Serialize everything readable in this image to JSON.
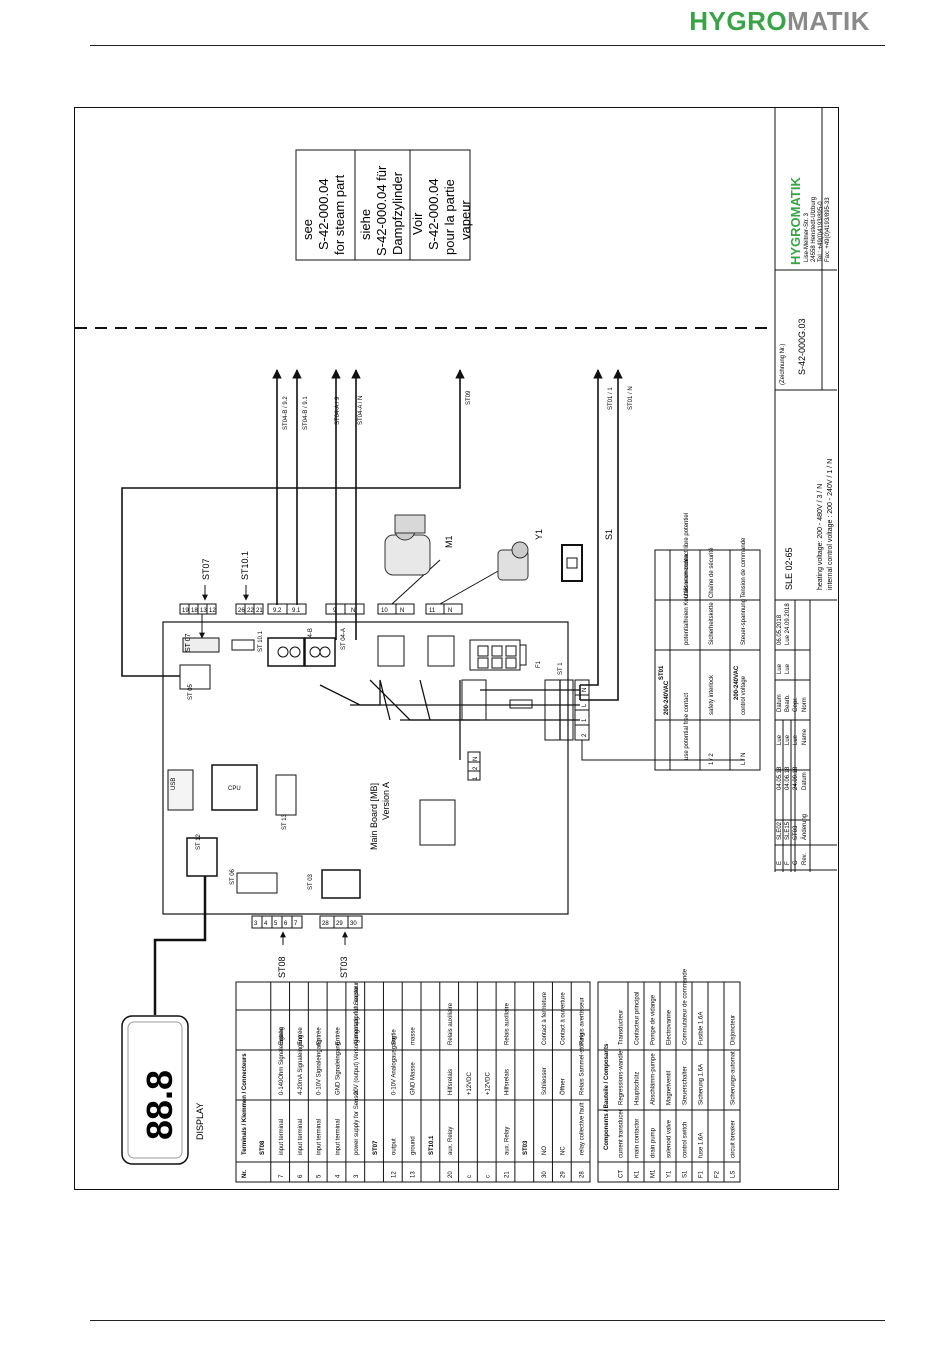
{
  "header": {
    "logo_part1": "HYGRO",
    "logo_part2": "MATIK"
  },
  "note": {
    "lines_en": [
      "see",
      "S-42-000.04",
      "for steam part"
    ],
    "lines_de": [
      "siehe",
      "S-42-000.04 für",
      "Dampfzylinder"
    ],
    "lines_fr": [
      "Voir",
      "S-42-000.04",
      "pour la partie",
      "vapeur"
    ]
  },
  "title_block": {
    "company": "HYGROMATIK",
    "address": [
      "Lise-Meitner-Str. 3",
      "24558 Henstedt-Ulzburg",
      "Tel.: +49(0)4193/895-0",
      "Fax: +49(0)4193/895-33"
    ],
    "drawing_label": "(Zeichnung Nr.)",
    "drawing_no": "S-42-000G.03",
    "model": "SLE 02-65",
    "heating_voltage": "heating voltage: 200 - 480V / 3 / N",
    "control_voltage": "internal control voltage : 200 - 240V / 1 / N",
    "revisions": [
      {
        "rev": "E",
        "change": "SLE02",
        "date": "04.05.18",
        "name": "Lue"
      },
      {
        "rev": "F",
        "change": "SLE15",
        "date": "04.06.18",
        "name": "Lue"
      },
      {
        "rev": "G",
        "change": "ST03",
        "date": "24.09.18",
        "name": "Lue"
      }
    ],
    "rev_headers": [
      "Rev.",
      "Änderung",
      "Datum",
      "Name"
    ],
    "meta_rows": [
      "Datum",
      "Bearb.",
      "Gepr.",
      "Norm"
    ],
    "meta_name": [
      "Lue",
      "Lue",
      ""
    ],
    "meta_date": [
      "06.05.2018",
      "Lue 24.09.2018"
    ]
  },
  "wires": {
    "st04b_92": "ST04-B / 9.2",
    "st04b_91": "ST04-B / 9.1",
    "st04a_9": "ST04-A / 9",
    "st04a_n": "ST04-A / N",
    "st09": "ST09",
    "st01_1": "ST01 / 1",
    "st01_n": "ST01 / N"
  },
  "labels": {
    "st07": "ST07",
    "st10_1": "ST10.1",
    "m1": "M1",
    "y1": "Y1",
    "s1": "S1",
    "main_board": "Main Board [MB]",
    "version": "Version A",
    "st08": "ST08",
    "st03": "ST03",
    "display": "DISPLAY",
    "cpu": "CPU",
    "usb": "USB",
    "st12": "ST 12",
    "st13": "ST 13",
    "st05": "ST 05",
    "st07s": "ST 07",
    "st101": "ST 10.1",
    "st04b": "ST 04-B",
    "st04a": "ST 04-A",
    "st01": "ST 1",
    "st15": "ST 15",
    "st03s": "ST 03",
    "st06": "ST 06",
    "f1": "F1",
    "k1": "K1",
    "st07_pins": [
      "19",
      "18",
      "13",
      "12"
    ],
    "st10_pins": [
      "26",
      "22",
      "21"
    ],
    "st04b_pins": [
      "9.2",
      "9.1"
    ],
    "st04a_pins": [
      "9",
      "N"
    ],
    "m1_pins": [
      "10",
      "N"
    ],
    "y1_pins": [
      "11",
      "N"
    ],
    "st01_pins": [
      "2",
      "1",
      "L",
      "N"
    ],
    "st15_pins": [
      "1",
      "2",
      "N"
    ],
    "st08_pins": [
      "3",
      "4",
      "5",
      "6",
      "7"
    ],
    "st03_pins": [
      "28",
      "29",
      "30"
    ],
    "display_digits": "88.8"
  },
  "st01_table": {
    "title": "ST01",
    "voltage": "200-240VAC",
    "voltage2": "200-240VAC",
    "rows": [
      {
        "nr": "",
        "en": "use potential free contact",
        "de": "potentialfreien Kontakt verwenden",
        "fr": "Utiliser un contact libre potentiel"
      },
      {
        "nr": "1 / 2",
        "en": "safety interlock",
        "de": "Sicherheitskette",
        "fr": "Chaîne de sécurité"
      },
      {
        "nr": "L / N",
        "en": "control voltage",
        "de": "Steuer-spannung",
        "fr": "Tension de commande"
      }
    ]
  },
  "terminals_table": {
    "title": "Terminals / Klemmen / Connecteurs",
    "nr_header": "Nr.",
    "rows": [
      {
        "nr": "",
        "en": "ST08",
        "de": "",
        "fr": ""
      },
      {
        "nr": "7",
        "en": "input terminal",
        "de": "0-140Ohm Signaleingang",
        "fr": "Entrée"
      },
      {
        "nr": "6",
        "en": "input terminal",
        "de": "4-20mA Signaleingang",
        "fr": "Entrée"
      },
      {
        "nr": "5",
        "en": "input terminal",
        "de": "0-10V Signaleingang",
        "fr": "Entrée"
      },
      {
        "nr": "4",
        "en": "input terminal",
        "de": "GND Signaleingang",
        "fr": "Entrée"
      },
      {
        "nr": "3",
        "en": "power supply for Sensor",
        "de": "20V (output) Versorgungsspg. für Sensor",
        "fr": "Alimentation du capteur"
      },
      {
        "nr": "",
        "en": "ST07",
        "de": "",
        "fr": ""
      },
      {
        "nr": "12",
        "en": "output",
        "de": "0-10V Analogausgang",
        "fr": "Sortie"
      },
      {
        "nr": "13",
        "en": "ground",
        "de": "GND Masse",
        "fr": "masse"
      },
      {
        "nr": "",
        "en": "ST10.1",
        "de": "",
        "fr": ""
      },
      {
        "nr": "20",
        "en": "aux. Relay",
        "de": "Hilfsrelais",
        "fr": "Relais auxiliaire"
      },
      {
        "nr": "c",
        "en": "",
        "de": "+12VDC",
        "fr": ""
      },
      {
        "nr": "c",
        "en": "",
        "de": "+12VDC",
        "fr": ""
      },
      {
        "nr": "21",
        "en": "aux. Relay",
        "de": "Hilfsrelais",
        "fr": "Relais auxiliaire"
      },
      {
        "nr": "",
        "en": "ST03",
        "de": "",
        "fr": ""
      },
      {
        "nr": "30",
        "en": "NO",
        "de": "Schliesser",
        "fr": "Contact à fermeture"
      },
      {
        "nr": "29",
        "en": "NC",
        "de": "Öffner",
        "fr": "Contact à ouverture"
      },
      {
        "nr": "28",
        "en": "relay collective fault",
        "de": "Relais Sammel-störung",
        "fr": "Relais avertisseur"
      }
    ]
  },
  "components_table": {
    "title": "Components / Bauteile / Composants",
    "rows": [
      {
        "nr": "CT",
        "en": "current transducer",
        "de": "Regressions-wandler",
        "fr": "Transducteur"
      },
      {
        "nr": "K1",
        "en": "main contactor",
        "de": "Hauptschütz",
        "fr": "Contacteur principal"
      },
      {
        "nr": "M1",
        "en": "drain pump",
        "de": "Abschlämm-pumpe",
        "fr": "Pompe de vidange"
      },
      {
        "nr": "Y1",
        "en": "solenoid valve",
        "de": "Magnetventil",
        "fr": "Electrovanne"
      },
      {
        "nr": "S1",
        "en": "control switch",
        "de": "Steuerschalter",
        "fr": "Commutateur de commande"
      },
      {
        "nr": "F1",
        "en": "fuse 1.6A",
        "de": "Sicherung 1.6A",
        "fr": "Fusible 1.6A"
      },
      {
        "nr": "F2",
        "en": "",
        "de": "",
        "fr": ""
      },
      {
        "nr": "LS",
        "en": "circuit breaker",
        "de": "Sicherungs-automat",
        "fr": "Disjoncteur"
      }
    ]
  }
}
